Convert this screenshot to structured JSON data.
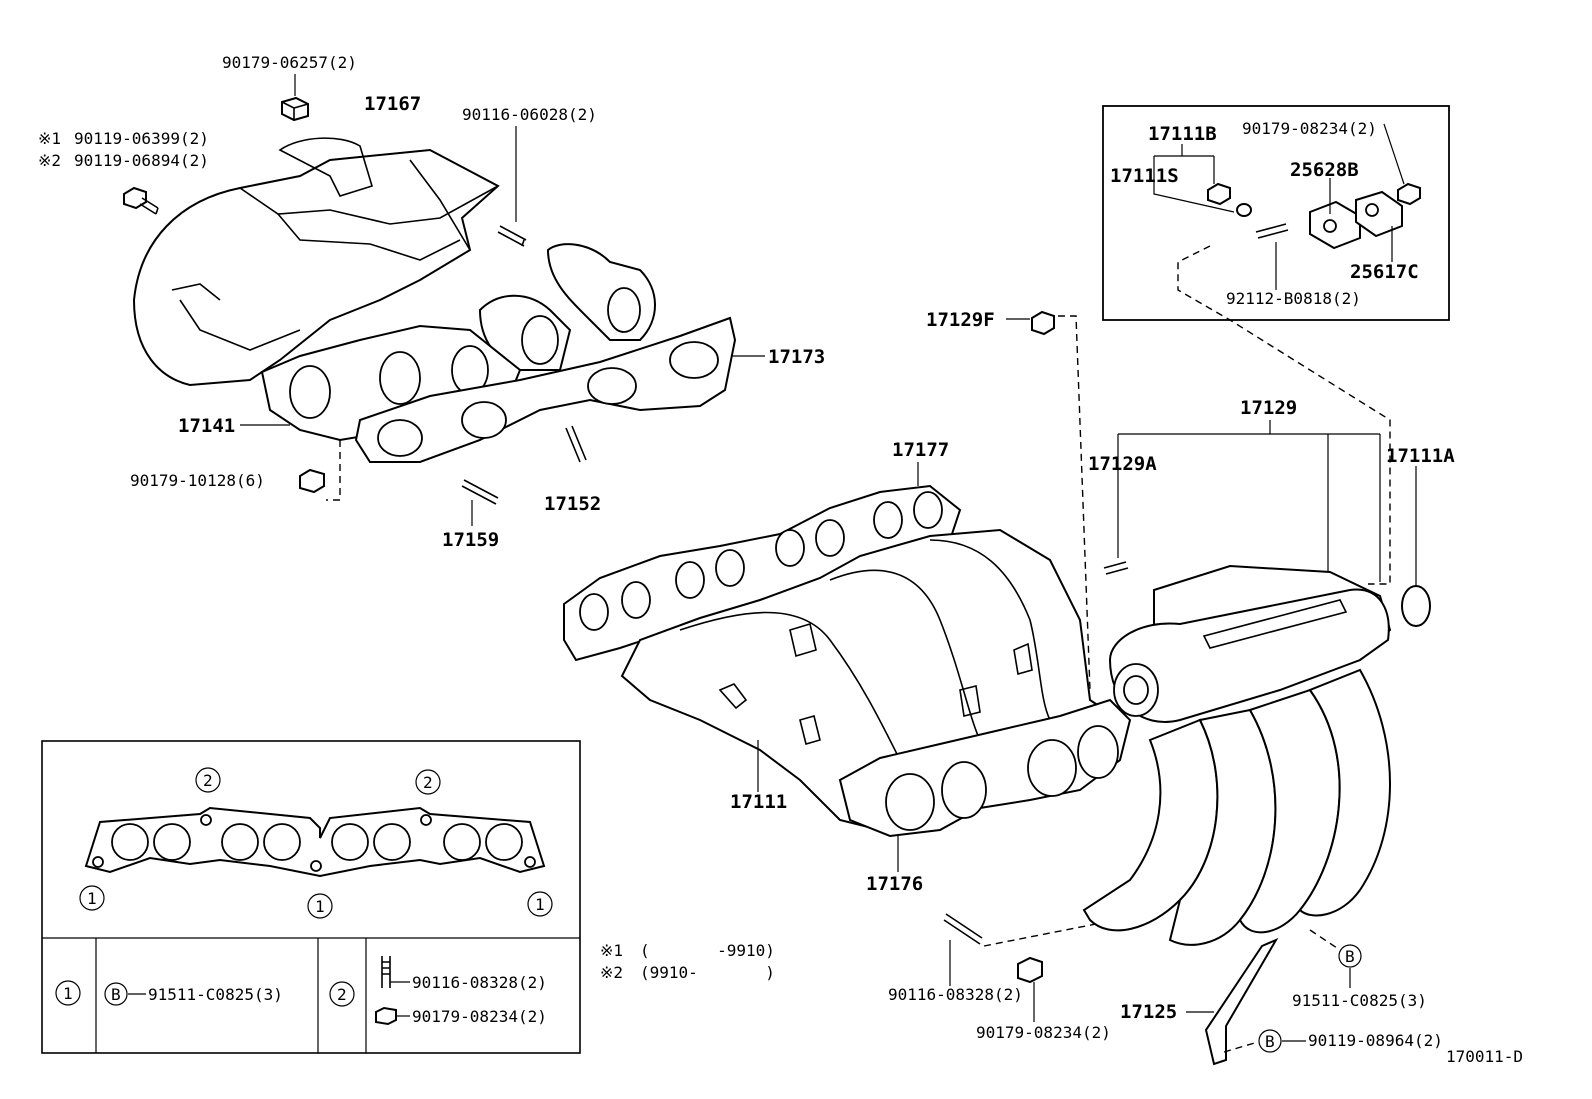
{
  "labels": {
    "p90179_06257": "90179-06257(2)",
    "p17167": "17167",
    "p90116_06028": "90116-06028(2)",
    "note1_mark": "※1",
    "note1_part": "90119-06399(2)",
    "note2_mark": "※2",
    "note2_part": "90119-06894(2)",
    "p17173": "17173",
    "p17141": "17141",
    "p90179_10128": "90179-10128(6)",
    "p17152": "17152",
    "p17159": "17159",
    "p17111B": "17111B",
    "p90179_08234_top": "90179-08234(2)",
    "p17111S": "17111S",
    "p25628B": "25628B",
    "p25617C": "25617C",
    "p92112_B0818": "92112-B0818(2)",
    "p17129F": "17129F",
    "p17129": "17129",
    "p17129A": "17129A",
    "p17111A": "17111A",
    "p17177": "17177",
    "p17111": "17111",
    "p17176": "17176",
    "p90116_08328": "90116-08328(2)",
    "p90179_08234_mid": "90179-08234(2)",
    "p17125": "17125",
    "p91511_C0825": "91511-C0825(3)",
    "p90119_08964": "90119-08964(2)",
    "diagram_id": "170011-D"
  },
  "footnotes": {
    "n1_mark": "※1",
    "n1_text": "(       -9910)",
    "n2_mark": "※2",
    "n2_text": "(9910-       )"
  },
  "callout_b": "B",
  "gasket_box": {
    "num1": "1",
    "num2": "2",
    "legend1_num": "1",
    "legend1_mark": "B",
    "legend1_part": "91511-C0825(3)",
    "legend2_num": "2",
    "legend2_part1": "90116-08328(2)",
    "legend2_part2": "90179-08234(2)"
  }
}
